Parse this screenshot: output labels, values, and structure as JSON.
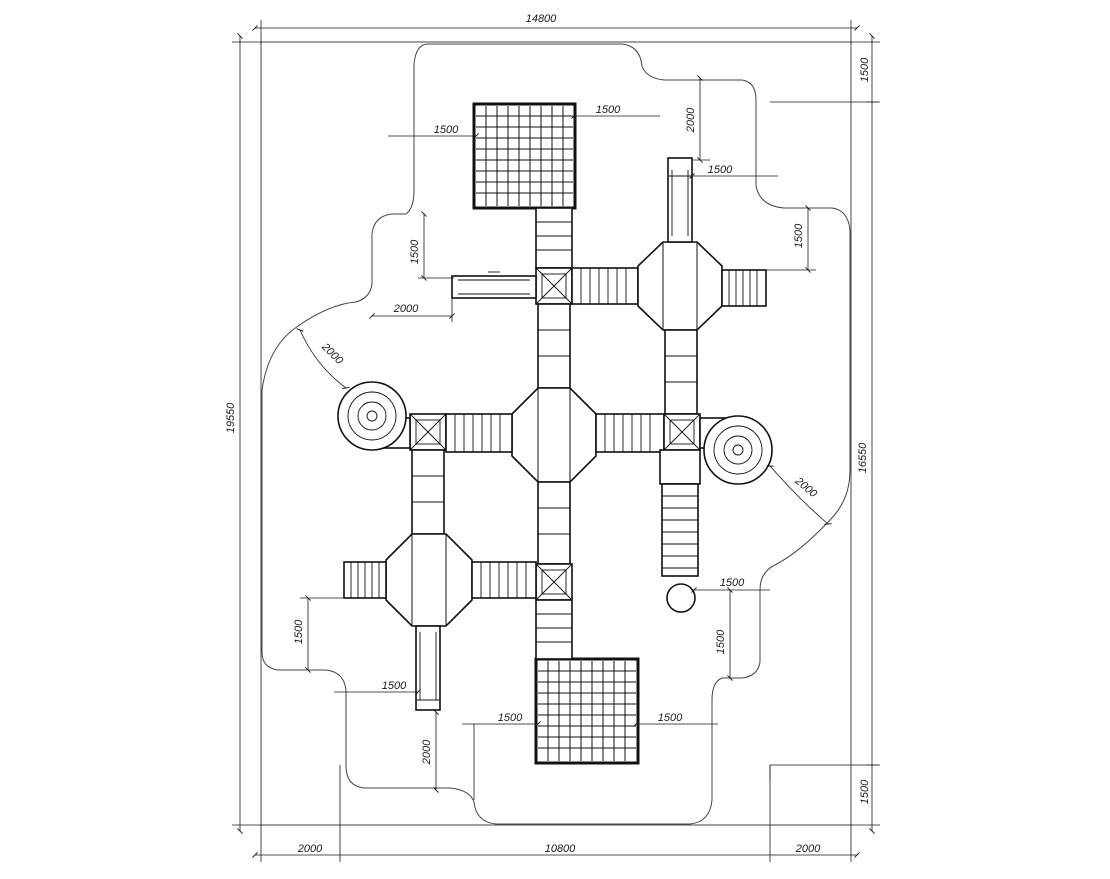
{
  "dimensions": {
    "overall_width": "14800",
    "overall_height": "19550",
    "inner_height": "16550",
    "bottom_left": "2000",
    "bottom_middle": "10800",
    "bottom_right": "2000",
    "right_top": "1500",
    "right_bottom": "1500",
    "net_top_left": "1500",
    "net_top_right": "1500",
    "top_gap": "2000",
    "tower_right_top": "1500",
    "stairs_right": "1500",
    "slide_left_height": "1500",
    "slide_left_width": "2000",
    "spiral_left_radius": "2000",
    "spiral_right_radius": "2000",
    "tube_right": "1500",
    "tube_right_down": "1500",
    "stairs_left_bottom": "1500",
    "slide_bottom_left": "1500",
    "net_bottom_left": "1500",
    "net_bottom_right": "1500",
    "bottom_gap": "2000"
  }
}
